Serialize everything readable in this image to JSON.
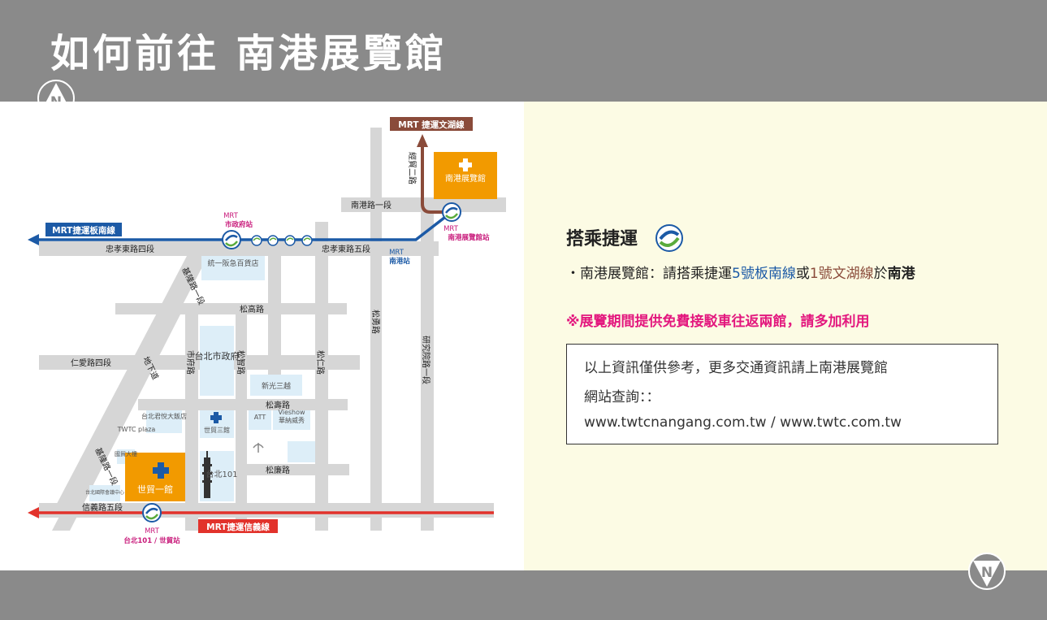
{
  "header": {
    "title": "如何前往  南港展覽館"
  },
  "map": {
    "lines": {
      "wenhu": "MRT 捷運文湖線",
      "bannan": "MRT捷運板南線",
      "xinyi": "MRT捷運信義線"
    },
    "stations": {
      "city_hall_top": "MRT",
      "city_hall_bottom": "市政府站",
      "nangang_exh_top": "MRT",
      "nangang_exh_bottom": "南港展覽館站",
      "nangang_top": "MRT",
      "nangang_bottom": "南港站",
      "taipei101_top": "MRT",
      "taipei101_bottom": "台北101 / 世貿站"
    },
    "roads": {
      "nangang_rd_sec1": "南港路一段",
      "zhongxiao_sec4": "忠孝東路四段",
      "zhongxiao_sec5": "忠孝東路五段",
      "songgao": "松高路",
      "songshou": "松壽路",
      "songlian": "松廉路",
      "renai_sec4": "仁愛路四段",
      "xinyi_sec5": "信義路五段",
      "keelung_sec1_top": "基隆路一段",
      "keelung_sec1_bottom": "基隆路一段",
      "underground": "地下道",
      "shifu": "市府路",
      "songzhi": "松智路",
      "songren": "松仁路",
      "songyong": "松勇路",
      "yanjiuyuan_sec1": "研究院路一段",
      "jingmao_2nd": "經貿二路"
    },
    "landmarks": {
      "nangang_exhibition": "南港展覽館",
      "uni_dept_store": "統一阪急百貨店",
      "taipei_city_hall": "台北市政府",
      "shin_kong": "新光三越",
      "att": "ATT",
      "vieshow_en": "Vieshow",
      "vieshow_zh": "華納威秀",
      "grand_hyatt": "台北君悅大飯店",
      "twtc_plaza": "TWTC plaza",
      "intl_trade_bldg": "國貿大樓",
      "wtc_hall3": "世貿三館",
      "wtc_hall1": "世貿一館",
      "taipei101": "台北101",
      "ticc": "台北國際會議中心"
    }
  },
  "info": {
    "heading": "搭乘捷運",
    "route_prefix": "・南港展覽館：請搭乘捷運",
    "route_bannan": "5號板南線",
    "route_or": "或",
    "route_wenhu": "1號文湖線",
    "route_at": "於",
    "route_station": "南港",
    "shuttle_note": "※展覽期間提供免費接駁車往返兩館，請多加利用",
    "note_line1": "以上資訊僅供參考，更多交通資訊請上南港展覽館",
    "note_line2": "網站查詢：：",
    "note_line3": "www.twtcnangang.com.tw / www.twtc.com.tw"
  },
  "colors": {
    "header_gray": "#8a8a8a",
    "road_gray": "#d6d6d6",
    "bannan_blue": "#1c5aa6",
    "xinyi_red": "#e2322b",
    "wenhu_brown": "#8a4b3a",
    "venue_orange": "#f29a00",
    "station_magenta": "#c8197a",
    "info_bg": "#fcfbe4",
    "note_pink": "#e3177e"
  },
  "icons": {
    "logo": "twtc-n-logo-icon",
    "mrt": "mrt-logo-icon",
    "exhibition": "twtc-venue-icon",
    "taipei101": "taipei101-tower-icon"
  }
}
